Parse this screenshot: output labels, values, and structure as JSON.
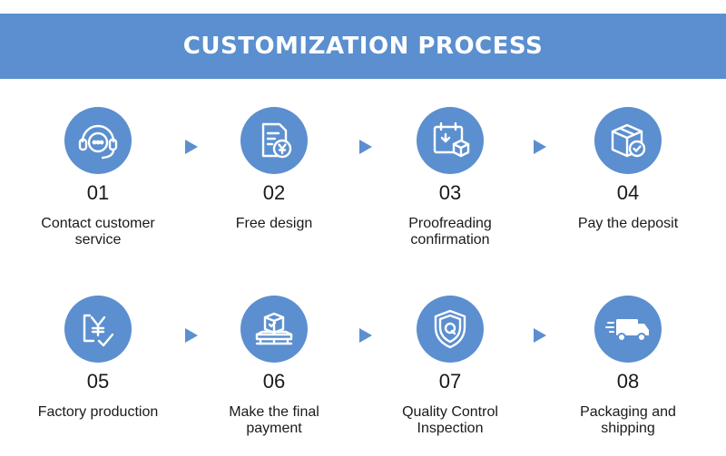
{
  "header": {
    "title": "CUSTOMIZATION PROCESS"
  },
  "colors": {
    "accent": "#5b8fcf",
    "icon": "#ffffff"
  },
  "steps": [
    {
      "number": "01",
      "label_line1": "Contact customer",
      "label_line2": "service",
      "icon": "headset-chat-icon"
    },
    {
      "number": "02",
      "label_line1": "Free design",
      "label_line2": "",
      "icon": "document-yen-icon"
    },
    {
      "number": "03",
      "label_line1": "Proofreading",
      "label_line2": "confirmation",
      "icon": "calendar-box-icon"
    },
    {
      "number": "04",
      "label_line1": "Pay the deposit",
      "label_line2": "",
      "icon": "package-check-icon"
    },
    {
      "number": "05",
      "label_line1": "Factory production",
      "label_line2": "",
      "icon": "yen-check-icon"
    },
    {
      "number": "06",
      "label_line1": "Make the final",
      "label_line2": "payment",
      "icon": "pallet-box-icon"
    },
    {
      "number": "07",
      "label_line1": "Quality Control",
      "label_line2": "Inspection",
      "icon": "shield-q-icon"
    },
    {
      "number": "08",
      "label_line1": "Packaging and",
      "label_line2": "shipping",
      "icon": "delivery-truck-icon"
    }
  ]
}
